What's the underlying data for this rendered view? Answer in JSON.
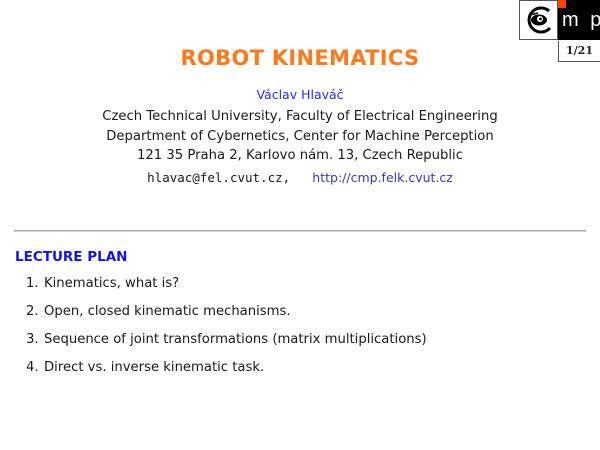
{
  "header": {
    "logo": {
      "eye_icon": "eye-icon",
      "text": "m p",
      "accent_color": "#ff4400"
    },
    "page_indicator": "1/21"
  },
  "title": "ROBOT KINEMATICS",
  "author": "Václav Hlaváč",
  "affiliation": [
    "Czech Technical University, Faculty of Electrical Engineering",
    "Department of Cybernetics, Center for Machine Perception",
    "121 35 Praha 2, Karlovo nám. 13, Czech Republic"
  ],
  "contact": {
    "email": "hlavac@fel.cvut.cz,",
    "url": "http://cmp.felk.cvut.cz"
  },
  "lecture_plan": {
    "heading": "LECTURE PLAN",
    "items": [
      {
        "num": "1.",
        "text": "Kinematics, what is?"
      },
      {
        "num": "2.",
        "text": "Open, closed kinematic mechanisms."
      },
      {
        "num": "3.",
        "text": "Sequence of joint transformations (matrix multiplications)"
      },
      {
        "num": "4.",
        "text": "Direct vs. inverse kinematic task."
      }
    ]
  },
  "colors": {
    "title": "#ff7a1a",
    "author": "#2a2aee",
    "heading": "#1414e6",
    "link": "#3a3aa8"
  }
}
